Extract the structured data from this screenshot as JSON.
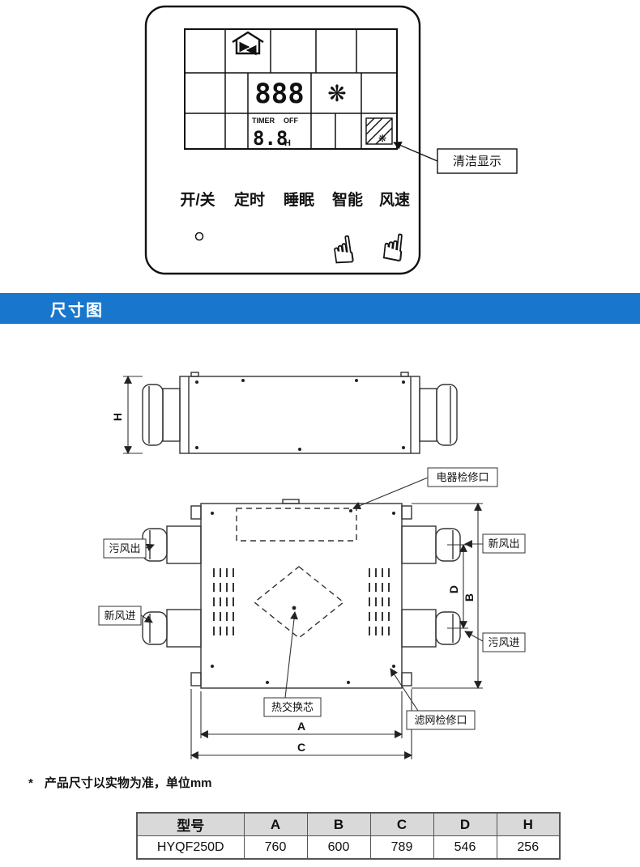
{
  "colors": {
    "banner_bg": "#1877cd",
    "banner_text": "#ffffff",
    "table_header_bg": "#d9d9d9"
  },
  "panel": {
    "display": {
      "big_digits": "888",
      "timer_label": "TIMER",
      "off_label": "OFF",
      "timer_digits": "8.8",
      "hour_label": "H"
    },
    "buttons": [
      {
        "label": "开/关"
      },
      {
        "label": "定时"
      },
      {
        "label": "睡眠"
      },
      {
        "label": "智能"
      },
      {
        "label": "风速"
      }
    ],
    "annotation": "清洁显示"
  },
  "section_banner": {
    "title": "尺寸图"
  },
  "diagram": {
    "labels": {
      "dim_h": "H",
      "dim_a": "A",
      "dim_b": "B",
      "dim_c": "C",
      "dim_d": "D",
      "electrical_access": "电器检修口",
      "fresh_air_out": "新风出",
      "foul_air_in": "污风进",
      "foul_air_out": "污风出",
      "fresh_air_in": "新风进",
      "heat_core": "热交换芯",
      "filter_access": "滤网检修口"
    }
  },
  "note": {
    "star": "*",
    "text": "产品尺寸以实物为准，单位mm"
  },
  "spec_table": {
    "headers": [
      "型号",
      "A",
      "B",
      "C",
      "D",
      "H"
    ],
    "rows": [
      [
        "HYQF250D",
        "760",
        "600",
        "789",
        "546",
        "256"
      ]
    ]
  }
}
